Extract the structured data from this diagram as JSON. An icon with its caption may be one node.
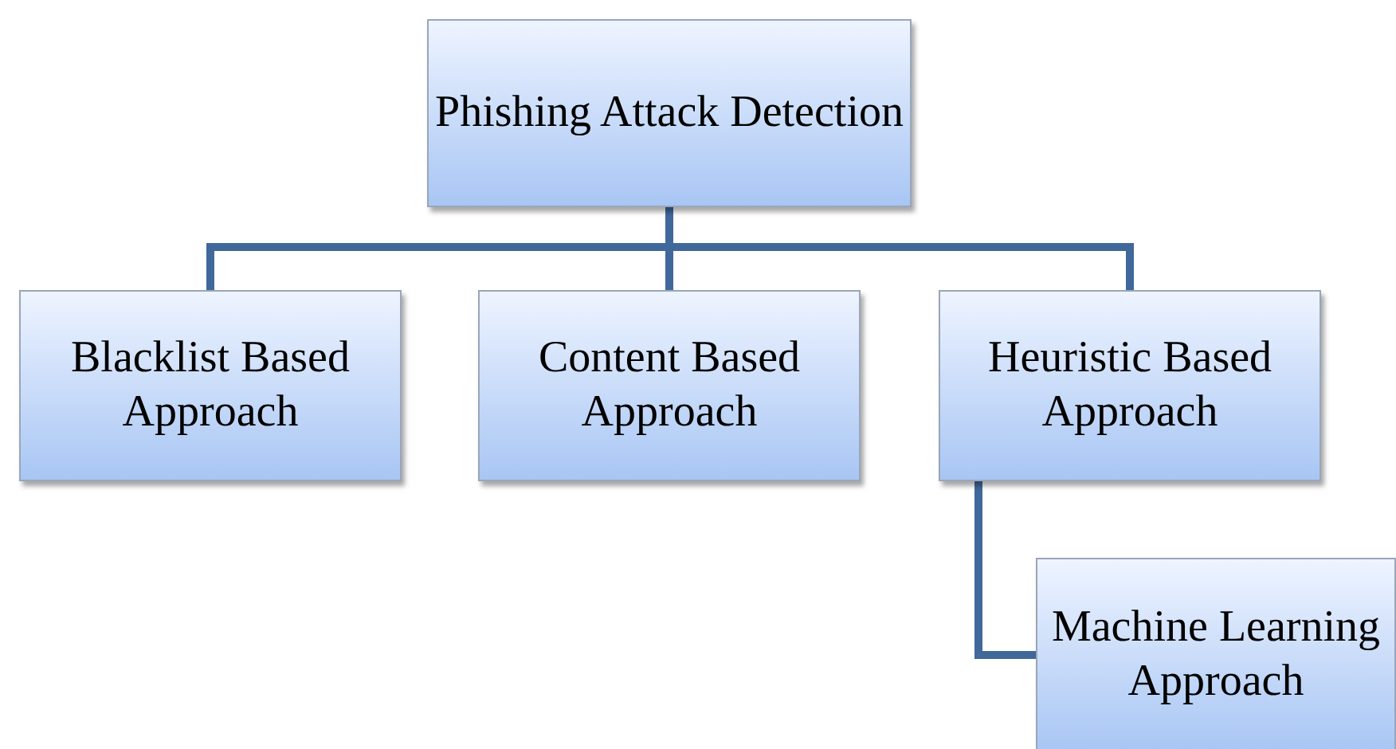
{
  "diagram": {
    "nodes": [
      {
        "text": [
          "Phishing Attack Detection"
        ]
      },
      {
        "text": [
          "Blacklist Based Approach"
        ]
      },
      {
        "text": [
          "Content Based Approach"
        ]
      },
      {
        "text": [
          "Heuristic Based Approach"
        ]
      },
      {
        "text": [
          "Machine Learning Approach"
        ]
      }
    ],
    "edges": [
      {
        "from": 0,
        "to": 1,
        "arrow": "none"
      },
      {
        "from": 0,
        "to": 2,
        "arrow": "none"
      },
      {
        "from": 0,
        "to": 3,
        "arrow": "none"
      },
      {
        "from": 3,
        "to": 4,
        "arrow": "none"
      }
    ]
  }
}
